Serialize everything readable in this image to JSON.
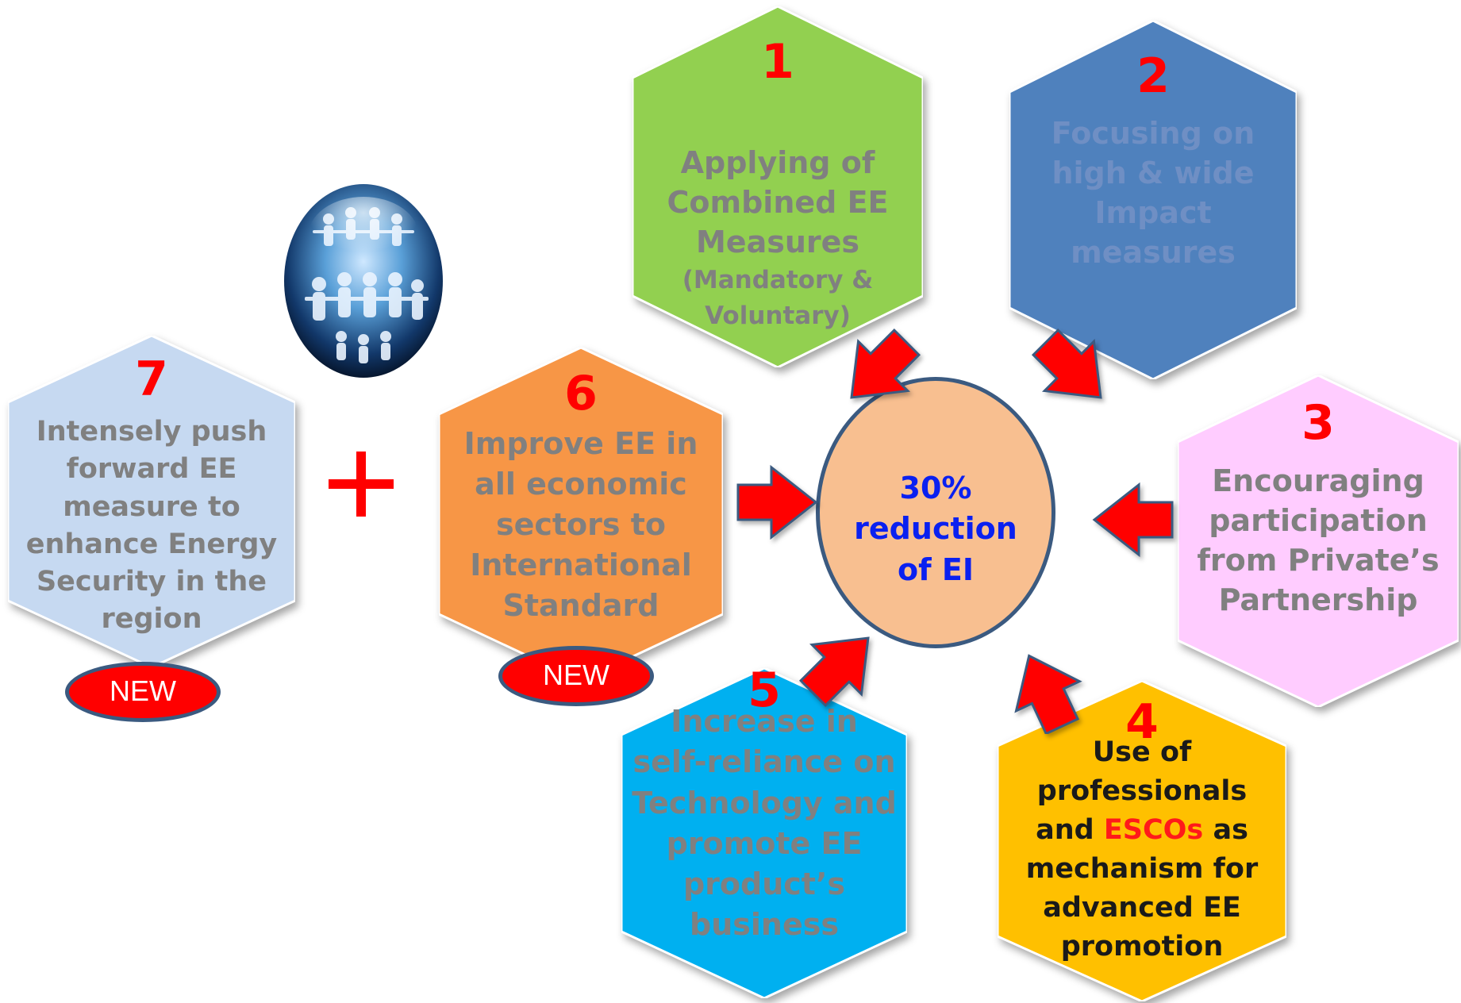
{
  "center": {
    "text": "30%\nreduction\nof EI"
  },
  "hexagons": {
    "h1": {
      "number": "1",
      "text": "Applying of\nCombined EE\nMeasures",
      "sub": "(Mandatory &\nVoluntary)",
      "fill": "#92d050"
    },
    "h2": {
      "number": "2",
      "text": "Focusing on\nhigh & wide\nImpact\nmeasures",
      "fill": "#4f81bd"
    },
    "h3": {
      "number": "3",
      "text": "Encouraging\nparticipation\nfrom Private’s\nPartnership",
      "fill": "#ffccff"
    },
    "h4": {
      "number": "4",
      "text_pre": "Use  of\nprofessionals\nand ",
      "text_highlight": "ESCOs",
      "text_post": " as\nmechanism for\nadvanced EE\npromotion",
      "fill": "#ffc000"
    },
    "h5": {
      "number": "5",
      "text": "Increase in\nself-reliance on\nTechnology and\npromote EE\nproduct’s\nbusiness",
      "fill": "#00b0f0"
    },
    "h6": {
      "number": "6",
      "text": "Improve EE in\nall economic\nsectors to\nInternational\nStandard",
      "fill": "#f79646"
    },
    "h7": {
      "number": "7",
      "text": "Intensely push\nforward EE\nmeasure to\nenhance Energy\nSecurity in the\nregion",
      "fill": "#c6d9f1"
    }
  },
  "badges": {
    "b6": "NEW",
    "b7": "NEW"
  },
  "colors": {
    "number": "#ff0000",
    "arrow": "#ff0000",
    "circle_fill": "#f8bf90",
    "circle_border": "#3b5a80",
    "center_text": "#0a20f0"
  },
  "icons": {
    "globe": "people-globe-icon",
    "plus": "plus-icon",
    "arrow": "arrow-icon"
  }
}
